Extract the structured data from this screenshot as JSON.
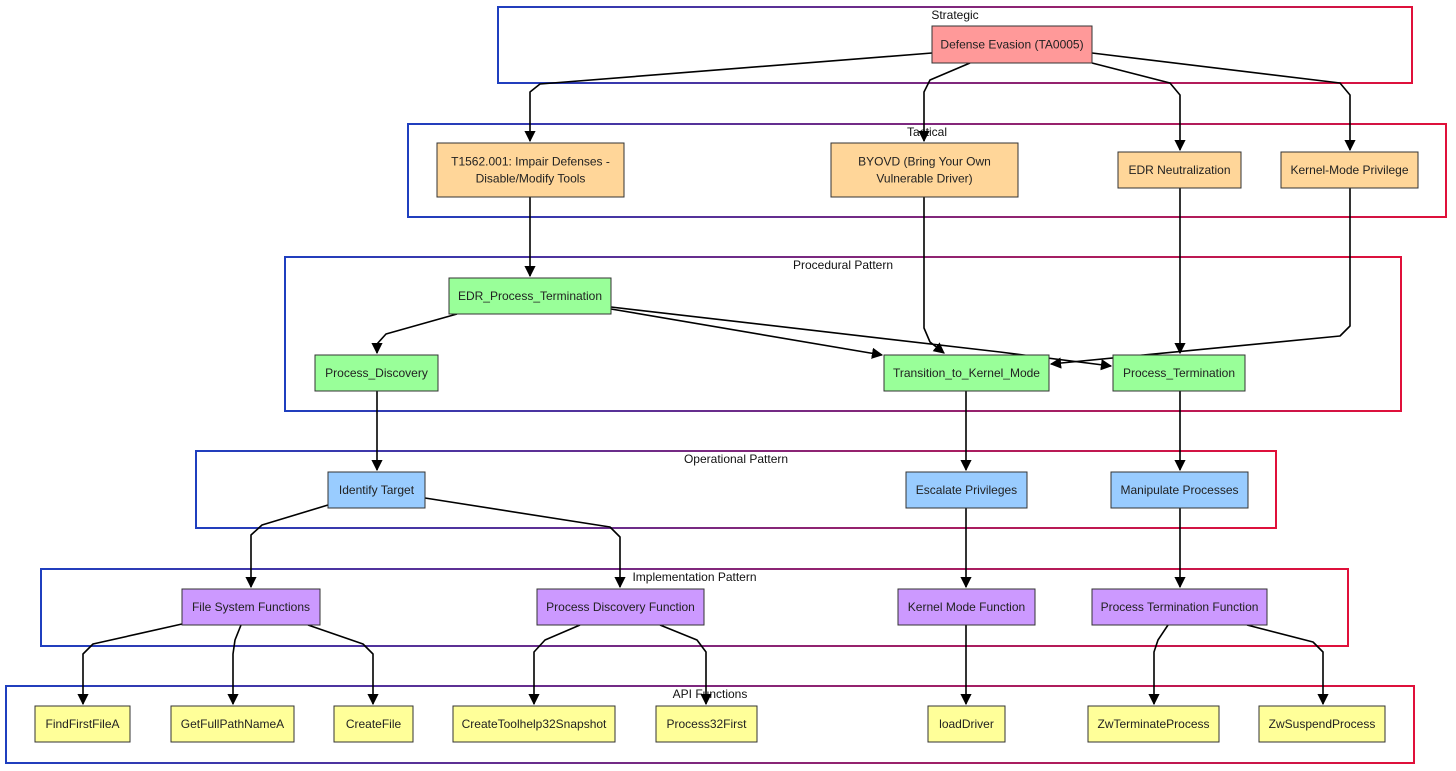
{
  "colors": {
    "strategic": "#ff9999",
    "tactical": "#ffd699",
    "procedural": "#99ff99",
    "operational": "#99ccff",
    "implementation": "#cc99ff",
    "api": "#ffff99",
    "group_border_start": "#1f3fbf",
    "group_border_end": "#e0103a"
  },
  "groups": [
    {
      "id": "strategic",
      "title": "Strategic"
    },
    {
      "id": "tactical",
      "title": "Tactical"
    },
    {
      "id": "procedural",
      "title": "Procedural Pattern"
    },
    {
      "id": "operational",
      "title": "Operational Pattern"
    },
    {
      "id": "implementation",
      "title": "Implementation Pattern"
    },
    {
      "id": "api",
      "title": "API Functions"
    }
  ],
  "nodes": [
    {
      "id": "defense_evasion",
      "group": "strategic",
      "lines": [
        "Defense Evasion (TA0005)"
      ]
    },
    {
      "id": "t1562",
      "group": "tactical",
      "lines": [
        "T1562.001: Impair Defenses -",
        "Disable/Modify Tools"
      ]
    },
    {
      "id": "byovd",
      "group": "tactical",
      "lines": [
        "BYOVD (Bring Your Own",
        "Vulnerable Driver)"
      ]
    },
    {
      "id": "edr_neutralization",
      "group": "tactical",
      "lines": [
        "EDR Neutralization"
      ]
    },
    {
      "id": "kernel_privilege",
      "group": "tactical",
      "lines": [
        "Kernel-Mode Privilege"
      ]
    },
    {
      "id": "edr_process_termination",
      "group": "procedural",
      "lines": [
        "EDR_Process_Termination"
      ]
    },
    {
      "id": "process_discovery",
      "group": "procedural",
      "lines": [
        "Process_Discovery"
      ]
    },
    {
      "id": "transition_kernel",
      "group": "procedural",
      "lines": [
        "Transition_to_Kernel_Mode"
      ]
    },
    {
      "id": "process_termination",
      "group": "procedural",
      "lines": [
        "Process_Termination"
      ]
    },
    {
      "id": "identify_target",
      "group": "operational",
      "lines": [
        "Identify Target"
      ]
    },
    {
      "id": "escalate_privileges",
      "group": "operational",
      "lines": [
        "Escalate Privileges"
      ]
    },
    {
      "id": "manipulate_processes",
      "group": "operational",
      "lines": [
        "Manipulate Processes"
      ]
    },
    {
      "id": "file_system_functions",
      "group": "implementation",
      "lines": [
        "File System Functions"
      ]
    },
    {
      "id": "process_discovery_function",
      "group": "implementation",
      "lines": [
        "Process Discovery Function"
      ]
    },
    {
      "id": "kernel_mode_function",
      "group": "implementation",
      "lines": [
        "Kernel Mode Function"
      ]
    },
    {
      "id": "process_termination_function",
      "group": "implementation",
      "lines": [
        "Process Termination Function"
      ]
    },
    {
      "id": "find_first_file",
      "group": "api",
      "lines": [
        "FindFirstFileA"
      ]
    },
    {
      "id": "get_full_path_name",
      "group": "api",
      "lines": [
        "GetFullPathNameA"
      ]
    },
    {
      "id": "create_file",
      "group": "api",
      "lines": [
        "CreateFile"
      ]
    },
    {
      "id": "create_toolhelp",
      "group": "api",
      "lines": [
        "CreateToolhelp32Snapshot"
      ]
    },
    {
      "id": "process32_first",
      "group": "api",
      "lines": [
        "Process32First"
      ]
    },
    {
      "id": "load_driver",
      "group": "api",
      "lines": [
        "loadDriver"
      ]
    },
    {
      "id": "zw_terminate",
      "group": "api",
      "lines": [
        "ZwTerminateProcess"
      ]
    },
    {
      "id": "zw_suspend",
      "group": "api",
      "lines": [
        "ZwSuspendProcess"
      ]
    }
  ],
  "edges": [
    {
      "from": "defense_evasion",
      "to": "t1562"
    },
    {
      "from": "defense_evasion",
      "to": "byovd"
    },
    {
      "from": "defense_evasion",
      "to": "edr_neutralization"
    },
    {
      "from": "defense_evasion",
      "to": "kernel_privilege"
    },
    {
      "from": "t1562",
      "to": "edr_process_termination"
    },
    {
      "from": "byovd",
      "to": "transition_kernel"
    },
    {
      "from": "edr_neutralization",
      "to": "process_termination"
    },
    {
      "from": "kernel_privilege",
      "to": "transition_kernel"
    },
    {
      "from": "edr_process_termination",
      "to": "process_discovery"
    },
    {
      "from": "edr_process_termination",
      "to": "transition_kernel"
    },
    {
      "from": "edr_process_termination",
      "to": "process_termination"
    },
    {
      "from": "process_discovery",
      "to": "identify_target"
    },
    {
      "from": "transition_kernel",
      "to": "escalate_privileges"
    },
    {
      "from": "process_termination",
      "to": "manipulate_processes"
    },
    {
      "from": "identify_target",
      "to": "file_system_functions"
    },
    {
      "from": "identify_target",
      "to": "process_discovery_function"
    },
    {
      "from": "escalate_privileges",
      "to": "kernel_mode_function"
    },
    {
      "from": "manipulate_processes",
      "to": "process_termination_function"
    },
    {
      "from": "file_system_functions",
      "to": "find_first_file"
    },
    {
      "from": "file_system_functions",
      "to": "get_full_path_name"
    },
    {
      "from": "file_system_functions",
      "to": "create_file"
    },
    {
      "from": "process_discovery_function",
      "to": "create_toolhelp"
    },
    {
      "from": "process_discovery_function",
      "to": "process32_first"
    },
    {
      "from": "kernel_mode_function",
      "to": "load_driver"
    },
    {
      "from": "process_termination_function",
      "to": "zw_terminate"
    },
    {
      "from": "process_termination_function",
      "to": "zw_suspend"
    }
  ]
}
